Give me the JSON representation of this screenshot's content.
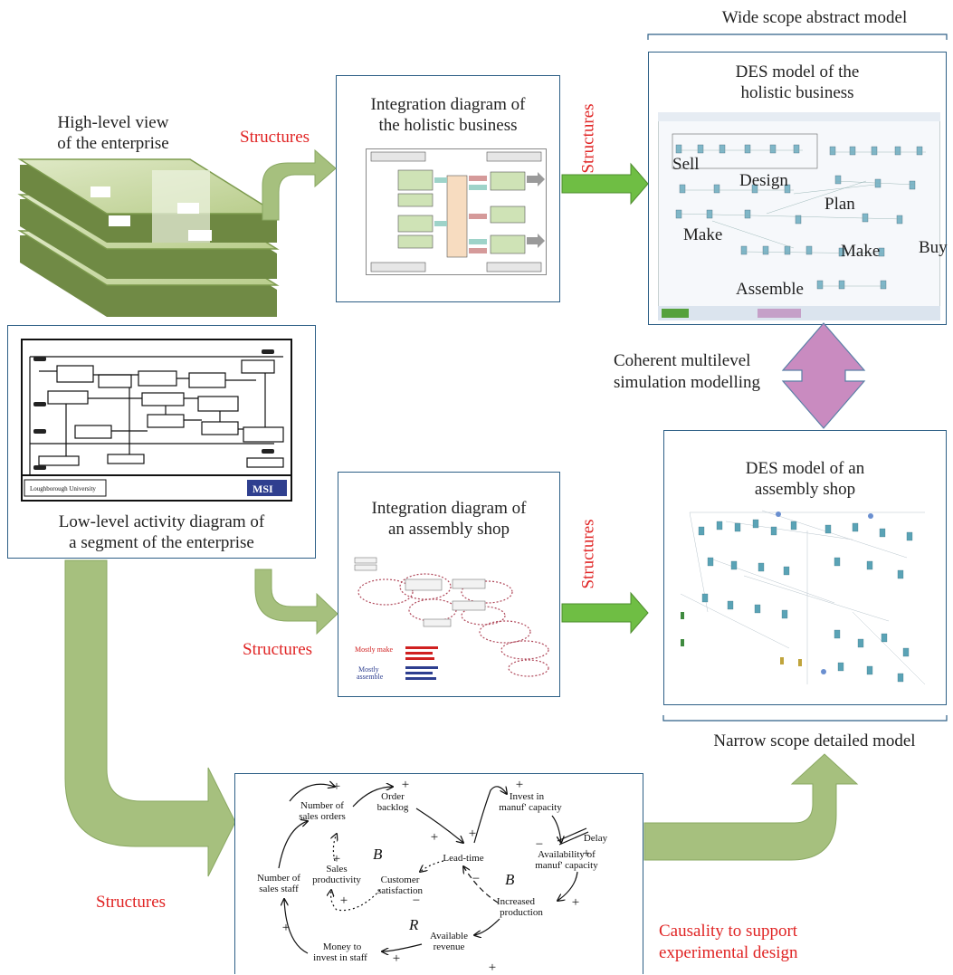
{
  "labels": {
    "wide_scope": "Wide scope abstract model",
    "narrow_scope": "Narrow scope detailed model",
    "high_level_view": [
      "High-level view",
      "of the enterprise"
    ],
    "low_level_activity": [
      "Low-level activity diagram of",
      "a segment of the enterprise"
    ],
    "integration_holistic": [
      "Integration diagram of",
      "the holistic business"
    ],
    "integration_assembly": [
      "Integration diagram of",
      "an assembly shop"
    ],
    "des_holistic": [
      "DES model of the",
      "holistic business"
    ],
    "des_assembly": [
      "DES model of an",
      "assembly shop"
    ],
    "coherent": [
      "Coherent multilevel",
      "simulation modelling"
    ],
    "structures": "Structures",
    "causality": [
      "Causality to support",
      "experimental design"
    ]
  },
  "des_holistic_labels": [
    "Sell",
    "Design",
    "Plan",
    "Make",
    "Make",
    "Buy",
    "Assemble"
  ],
  "causal_loop": {
    "nodes": {
      "sales_orders": [
        "Number of",
        "sales orders"
      ],
      "order_backlog": [
        "Order",
        "backlog"
      ],
      "invest_manuf": [
        "Invest in",
        "manuf' capacity"
      ],
      "sales_staff": [
        "Number of",
        "sales staff"
      ],
      "sales_productivity": [
        "Sales",
        "productivity"
      ],
      "customer_satisfaction": [
        "Customer",
        "satisfaction"
      ],
      "lead_time": "Lead-time",
      "delay": "Delay",
      "availability": [
        "Availability of",
        "manuf' capacity"
      ],
      "increased_production": [
        "Increased",
        "production"
      ],
      "money_invest": [
        "Money to",
        "invest in staff"
      ],
      "available_revenue": [
        "Available",
        "revenue"
      ]
    },
    "loop_labels": [
      "B",
      "B",
      "R"
    ],
    "polarity": [
      "+",
      "+",
      "+",
      "+",
      "+",
      "+",
      "+",
      "+",
      "+",
      "+",
      "+",
      "+",
      "−",
      "−",
      "−"
    ]
  },
  "colors": {
    "box_border": "#2d5f86",
    "arrow_fill": "#9ab96a",
    "green_arrow": "#6fbe44",
    "double_arrow": "#c98bc0",
    "red_text": "#e02424"
  }
}
